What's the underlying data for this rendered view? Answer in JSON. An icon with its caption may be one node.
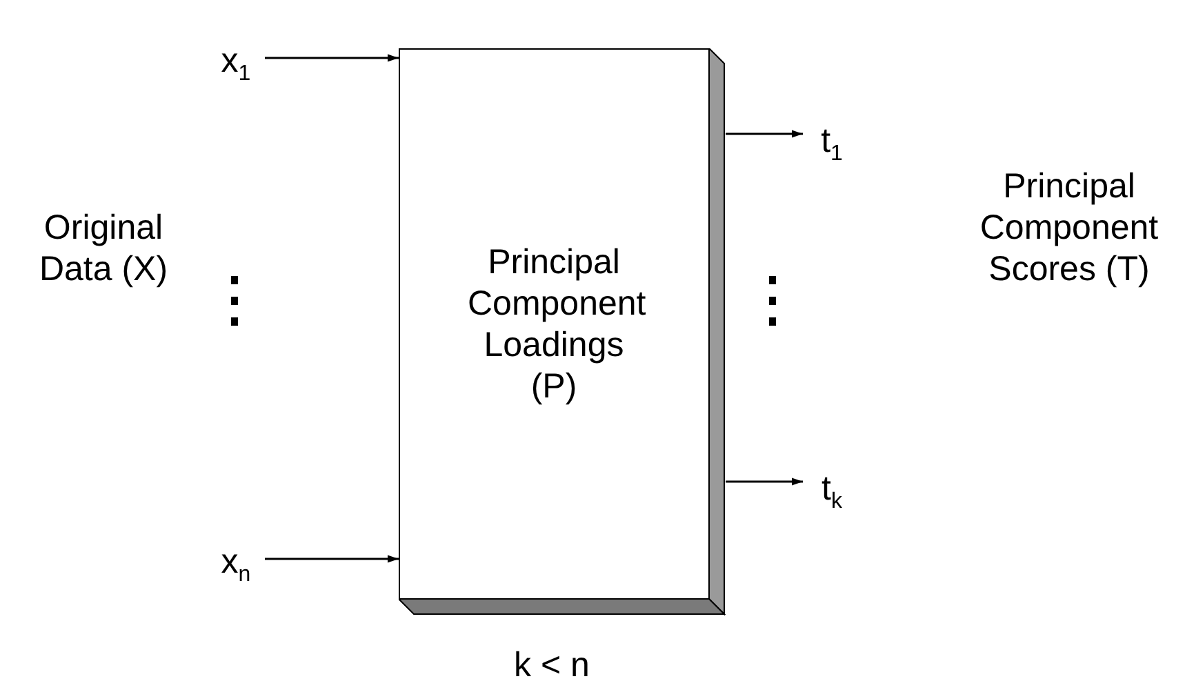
{
  "diagram": {
    "nodes": [
      {
        "text": [
          "x$_{1}$"
        ]
      },
      {
        "text": [
          "x$_{n}$"
        ]
      },
      {
        "text": [
          "Principal Component Loadings (P)"
        ]
      },
      {
        "text": [
          "t$_{1}$"
        ]
      },
      {
        "text": [
          "t$_{k}$"
        ]
      }
    ],
    "edges": [
      {
        "from": 0,
        "to": 2,
        "arrow": "to"
      },
      {
        "from": 1,
        "to": 2,
        "arrow": "to"
      },
      {
        "from": 2,
        "to": 3,
        "arrow": "to"
      },
      {
        "from": 2,
        "to": 4,
        "arrow": "to"
      }
    ],
    "labels": [
      "Original Data (X)",
      "Principal Component Scores (T)",
      "k < n"
    ]
  }
}
